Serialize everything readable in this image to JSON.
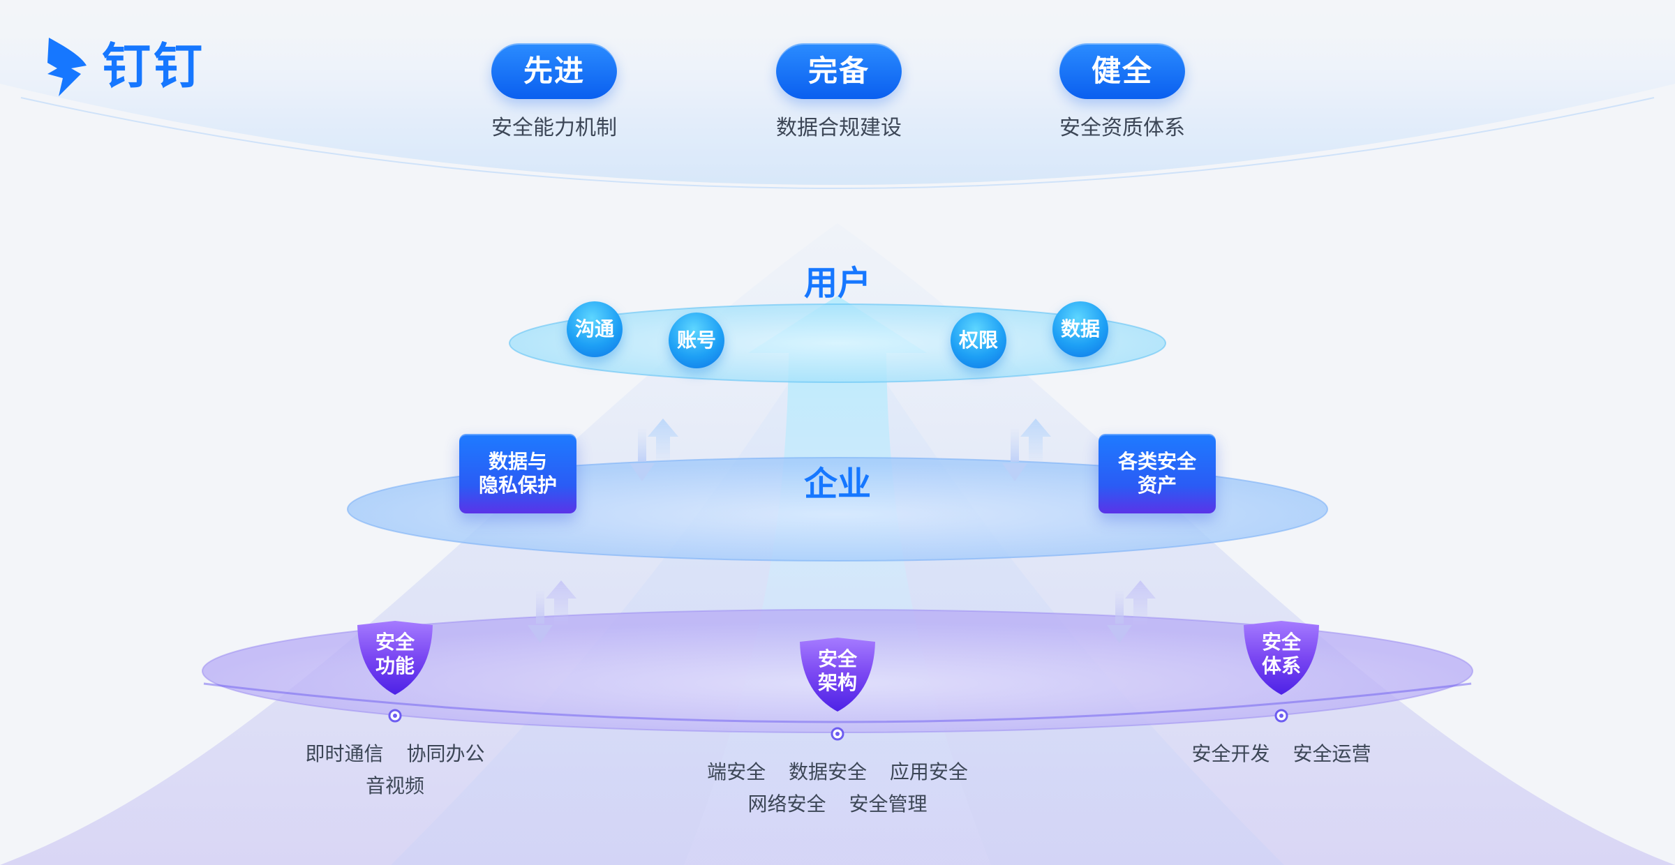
{
  "brand": {
    "name": "钉钉",
    "color": "#1677ff"
  },
  "pillars": [
    {
      "title": "先进",
      "subtitle": "安全能力机制"
    },
    {
      "title": "完备",
      "subtitle": "数据合规建设"
    },
    {
      "title": "健全",
      "subtitle": "安全资质体系"
    }
  ],
  "layers": {
    "user": {
      "label": "用户",
      "items": [
        "沟通",
        "账号",
        "权限",
        "数据"
      ]
    },
    "enterprise": {
      "label": "企业",
      "left_box": [
        "数据与",
        "隐私保护"
      ],
      "right_box": [
        "各类安全",
        "资产"
      ]
    },
    "foundation": {
      "shields": [
        {
          "lines": [
            "安全",
            "功能"
          ],
          "desc_rows": [
            [
              "即时通信",
              "协同办公"
            ],
            [
              "音视频"
            ]
          ]
        },
        {
          "lines": [
            "安全",
            "架构"
          ],
          "desc_rows": [
            [
              "端安全",
              "数据安全",
              "应用安全"
            ],
            [
              "网络安全",
              "安全管理"
            ]
          ]
        },
        {
          "lines": [
            "安全",
            "体系"
          ],
          "desc_rows": [
            [
              "安全开发",
              "安全运营"
            ]
          ]
        }
      ]
    }
  },
  "colors": {
    "primary_blue": "#1677ff",
    "pill_blue": "#0a5fef",
    "violet": "#6a3cf0",
    "cyan": "#1ea0f5",
    "text_gray": "#3c4656"
  }
}
